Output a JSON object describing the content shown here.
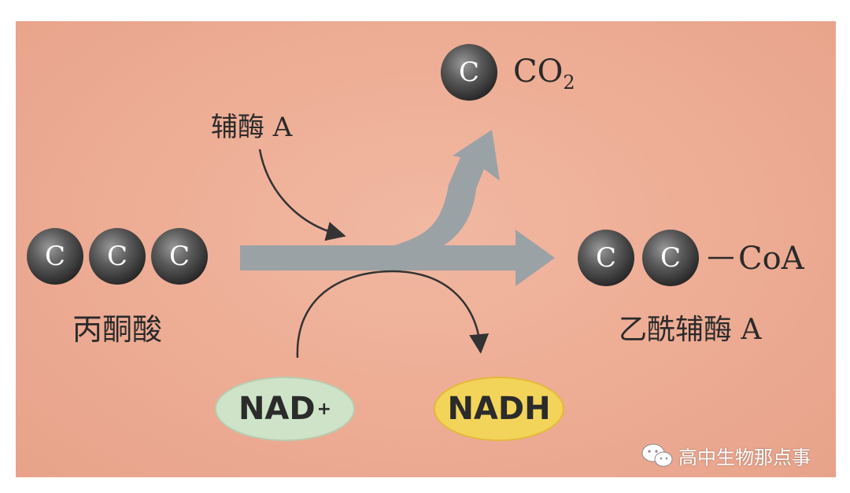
{
  "diagram": {
    "reactant": {
      "name": "丙酮酸",
      "atoms": [
        "C",
        "C",
        "C"
      ]
    },
    "coenzyme_input": "辅酶 A",
    "co2": {
      "atom": "C",
      "formula_main": "CO",
      "formula_sub": "2"
    },
    "product": {
      "name": "乙酰辅酶 A",
      "atoms": [
        "C",
        "C"
      ],
      "suffix": "CoA"
    },
    "cofactor_in": {
      "label": "NAD",
      "superscript": "+",
      "color": "#cfe3c8"
    },
    "cofactor_out": {
      "label": "NADH",
      "color": "#f3d45a"
    },
    "colors": {
      "background": "#eeae96",
      "arrow": "#9aa3a8",
      "atom": "#4a4a4a"
    }
  },
  "watermark": {
    "text": "高中生物那点事",
    "icon": "wechat-icon"
  }
}
